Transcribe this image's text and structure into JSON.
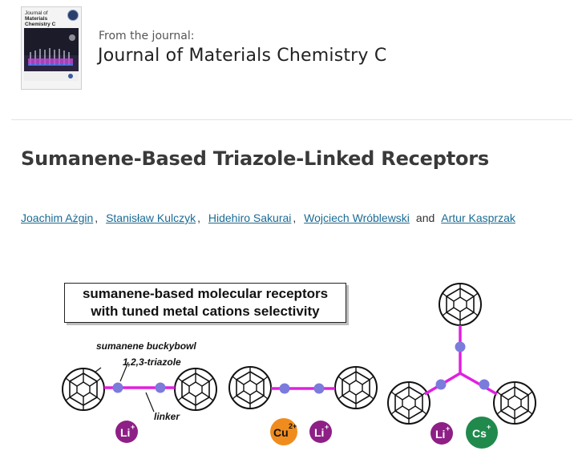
{
  "journal": {
    "cover_title_line1": "Journal of",
    "cover_title_line2": "Materials Chemistry C",
    "from_label": "From the journal:",
    "name": "Journal of Materials Chemistry C"
  },
  "article": {
    "title": "Sumanene-Based Triazole-Linked Receptors",
    "authors": [
      "Joachim Ażgin",
      "Stanisław Kulczyk",
      "Hidehiro Sakurai",
      "Wojciech Wróblewski",
      "Artur Kasprzak"
    ],
    "and_word": "and"
  },
  "graphical_abstract": {
    "callout_line1": "sumanene-based molecular receptors",
    "callout_line2": "with tuned metal cations selectivity",
    "label_buckybowl": "sumanene buckybowl",
    "label_triazole": "1,2,3-triazole",
    "label_linker": "linker",
    "cations": {
      "li": "Li",
      "cu": "Cu",
      "cs": "Cs",
      "charge_plus": "+",
      "charge_2plus": "2+"
    },
    "colors": {
      "linker": "#e020e0",
      "triazole_node": "#7b7bdc",
      "li": "#8e1f86",
      "cu": "#f08c1e",
      "cs": "#1f8a4c"
    }
  }
}
